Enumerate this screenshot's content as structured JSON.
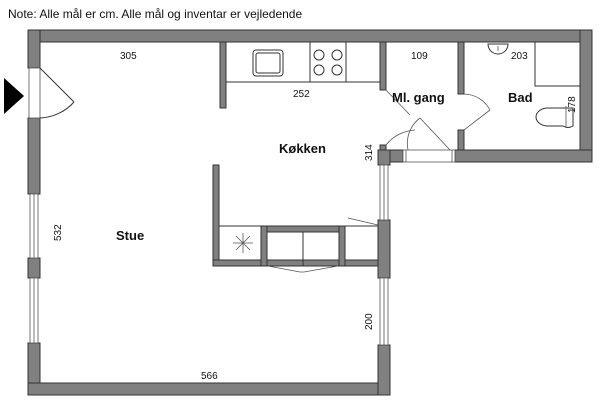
{
  "note": "Note: Alle mål er cm. Alle mål og inventar er vejledende",
  "rooms": {
    "kitchen": "Køkken",
    "living": "Stue",
    "hallway": "Ml. gang",
    "bath": "Bad"
  },
  "dimensions": {
    "d305": "305",
    "d252": "252",
    "d109": "109",
    "d203": "203",
    "d178": "178",
    "d314": "314",
    "d532": "532",
    "d200": "200",
    "d566": "566"
  },
  "colors": {
    "wall": "#808080",
    "outline": "#333333"
  }
}
